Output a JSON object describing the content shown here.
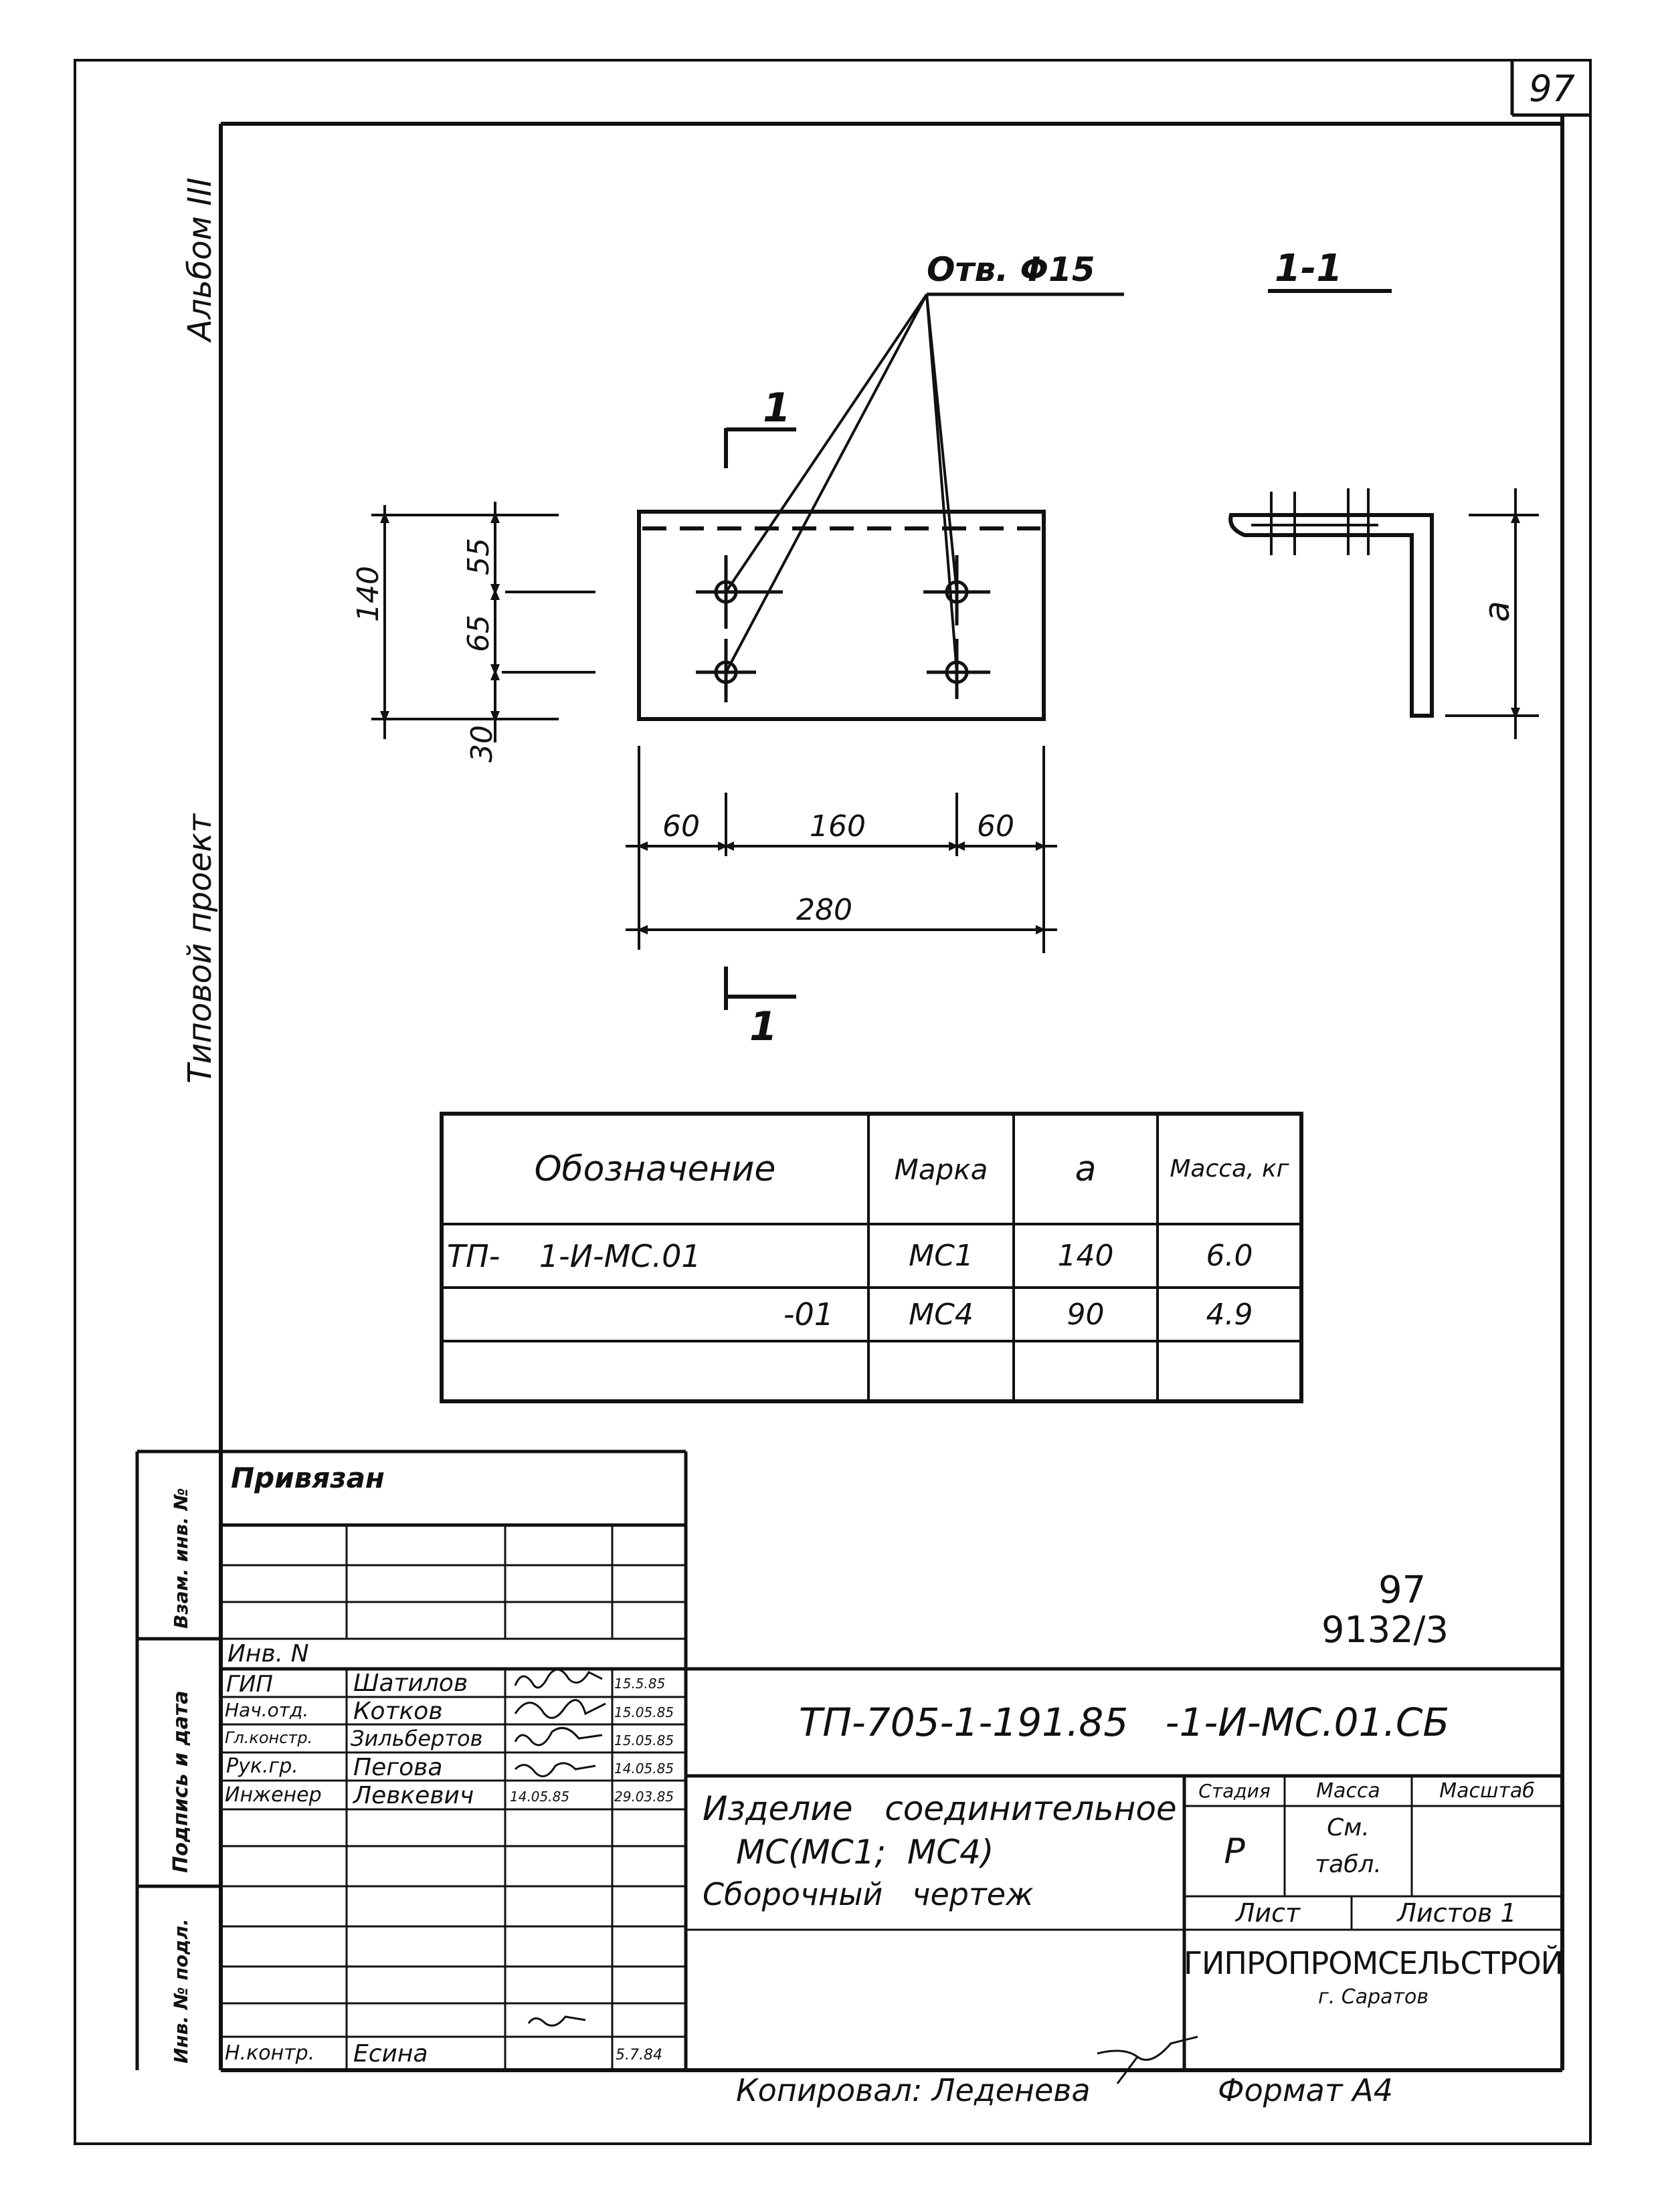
{
  "sheet_number": "97",
  "side_album": "Альбом III",
  "side_project": "Типовой проект",
  "drawing": {
    "hole_label": "Отв. Φ15",
    "section_title": "1-1",
    "section_mark": "1",
    "dim_140": "140",
    "dim_55": "55",
    "dim_65": "65",
    "dim_30": "30",
    "dim_60_left": "60",
    "dim_160": "160",
    "dim_60_right": "60",
    "dim_280": "280",
    "dim_a": "a"
  },
  "spec_table": {
    "headers": [
      "Обозначение",
      "Марка",
      "a",
      "Масса, кг"
    ],
    "rows": [
      {
        "designation": "ТП-    1-И-МС.01",
        "mark": "МС1",
        "a": "140",
        "mass": "6.0"
      },
      {
        "designation": "-01",
        "mark": "МС4",
        "a": "90",
        "mass": "4.9"
      }
    ]
  },
  "side_strip": {
    "vzam": "Взам. инв. №",
    "podpis": "Подпись и дата",
    "inv_podl": "Инв. № подл."
  },
  "title_block": {
    "privyazan": "Привязан",
    "inv_no": "Инв. N",
    "stamp_number": "97",
    "stamp_sub": "9132/3",
    "code": "ТП-705-1-191.85   -1-И-МС.01.СБ",
    "staff": [
      {
        "role": "ГИП",
        "name": "Шатилов",
        "sign": "",
        "date": "15.5.85"
      },
      {
        "role": "Нач.отд.",
        "name": "Котков",
        "sign": "",
        "date": "15.05.85"
      },
      {
        "role": "Гл.констр.",
        "name": "Зильбертов",
        "sign": "",
        "date": "15.05.85"
      },
      {
        "role": "Рук.гр.",
        "name": "Пегова",
        "sign": "",
        "date": "14.05.85"
      },
      {
        "role": "Инженер",
        "name": "Левкевич",
        "sign": "14.05.85",
        "date": "29.03.85"
      },
      {
        "role": "Н.контр.",
        "name": "Есина",
        "sign": "",
        "date": "5.7.84"
      }
    ],
    "title_line1": "Изделие   соединительное",
    "title_line2": "МС(МС1;  МС4)",
    "title_line3": "Сборочный   чертеж",
    "stage_label": "Стадия",
    "mass_label": "Масса",
    "scale_label": "Масштаб",
    "stage_value": "Р",
    "mass_value1": "См.",
    "mass_value2": "табл.",
    "sheet_label": "Лист",
    "sheets_label": "Листов 1",
    "org": "ГИПРОПРОМСЕЛЬСТРОЙ",
    "city": "г. Саратов"
  },
  "footer": {
    "copied": "Копировал: Леденева",
    "format": "Формат А4"
  }
}
